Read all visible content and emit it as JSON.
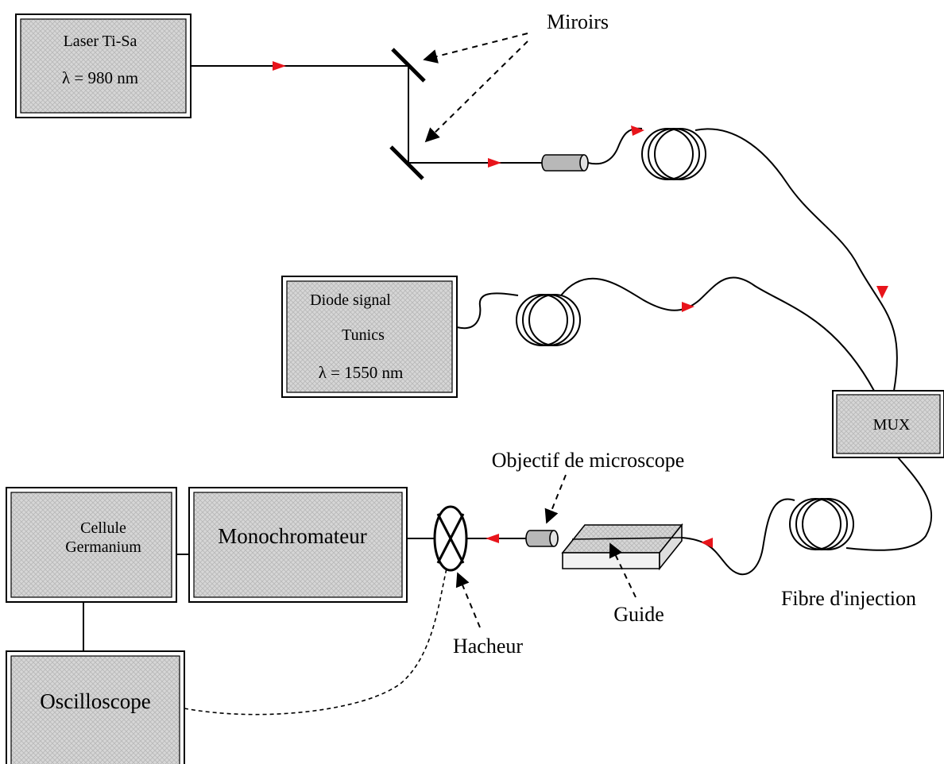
{
  "labels": {
    "miroirs": "Miroirs",
    "objectif": "Objectif de microscope",
    "fibre_injection": "Fibre d'injection",
    "guide": "Guide",
    "hacheur": "Hacheur"
  },
  "boxes": {
    "laser": {
      "line1": "Laser Ti-Sa",
      "line2": "λ = 980 nm"
    },
    "diode": {
      "line1": "Diode signal",
      "line2": "Tunics",
      "line3": "λ = 1550 nm"
    },
    "mux": {
      "label": "MUX"
    },
    "cellule": {
      "line1": "Cellule",
      "line2": "Germanium"
    },
    "monochromateur": {
      "label": "Monochromateur"
    },
    "oscilloscope": {
      "label": "Oscilloscope"
    }
  },
  "colors": {
    "box_fill": "#d4d4d4",
    "line": "#000000",
    "beam_arrow": "#e8141b"
  }
}
